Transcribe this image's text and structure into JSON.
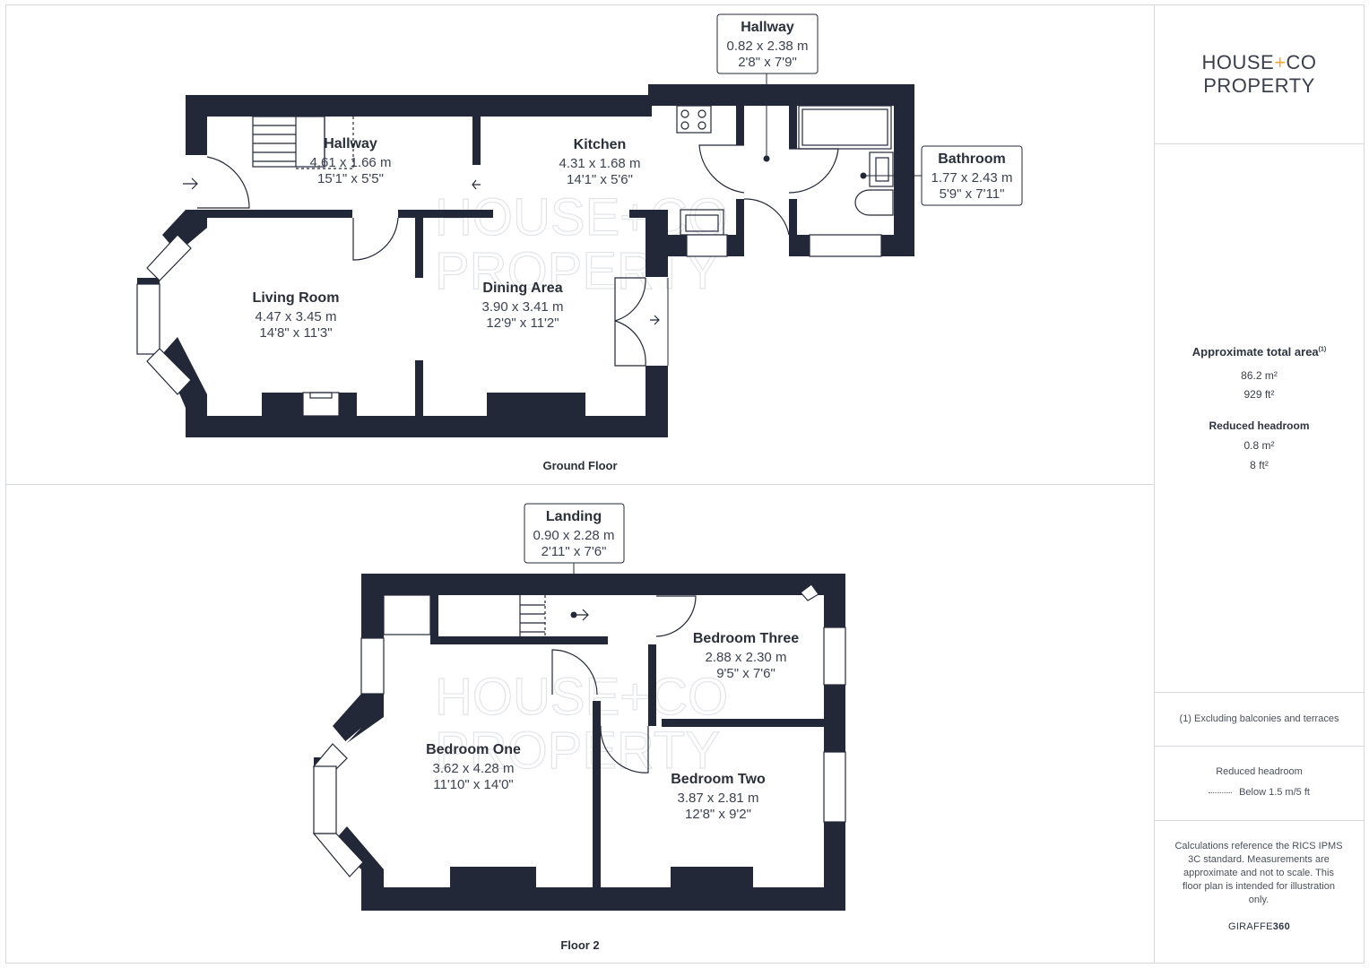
{
  "brand": {
    "line1_a": "HOUSE",
    "line1_plus": "+",
    "line1_b": "CO",
    "line2": "PROPERTY"
  },
  "watermark": {
    "line1": "HOUSE+CO",
    "line2": "PROPERTY"
  },
  "ground_floor": {
    "label": "Ground Floor",
    "rooms": {
      "hallway_main": {
        "name": "Hallway",
        "metric": "4.61 x 1.66 m",
        "imperial": "15'1\" x 5'5\""
      },
      "hallway_rear": {
        "name": "Hallway",
        "metric": "0.82 x 2.38 m",
        "imperial": "2'8\" x 7'9\""
      },
      "kitchen": {
        "name": "Kitchen",
        "metric": "4.31 x 1.68 m",
        "imperial": "14'1\" x 5'6\""
      },
      "bathroom": {
        "name": "Bathroom",
        "metric": "1.77 x 2.43 m",
        "imperial": "5'9\" x 7'11\""
      },
      "living_room": {
        "name": "Living Room",
        "metric": "4.47 x 3.45 m",
        "imperial": "14'8\" x 11'3\""
      },
      "dining_area": {
        "name": "Dining Area",
        "metric": "3.90 x 3.41 m",
        "imperial": "12'9\" x 11'2\""
      }
    }
  },
  "floor_2": {
    "label": "Floor 2",
    "rooms": {
      "landing": {
        "name": "Landing",
        "metric": "0.90 x 2.28 m",
        "imperial": "2'11\" x 7'6\""
      },
      "bedroom_three": {
        "name": "Bedroom Three",
        "metric": "2.88 x 2.30 m",
        "imperial": "9'5\" x 7'6\""
      },
      "bedroom_one": {
        "name": "Bedroom One",
        "metric": "3.62 x 4.28 m",
        "imperial": "11'10\" x 14'0\""
      },
      "bedroom_two": {
        "name": "Bedroom Two",
        "metric": "3.87 x 2.81 m",
        "imperial": "12'8\" x 9'2\""
      }
    }
  },
  "summary": {
    "total_title": "Approximate total area",
    "total_sup": "(1)",
    "total_m2": "86.2 m²",
    "total_ft2": "929 ft²",
    "reduced_title": "Reduced headroom",
    "reduced_m2": "0.8 m²",
    "reduced_ft2": "8 ft²"
  },
  "notes": {
    "footnote": "(1) Excluding balconies and terraces",
    "legend_title": "Reduced headroom",
    "legend_item": "Below 1.5 m/5 ft",
    "disclaimer": "Calculations reference the RICS IPMS 3C standard. Measurements are approximate and not to scale. This floor plan is intended for illustration only.",
    "credit_a": "GIRAFFE",
    "credit_b": "360"
  },
  "colors": {
    "wall": "#232838",
    "accent": "#f2a93b",
    "border": "#d4d7db",
    "text": "#2e3440"
  }
}
